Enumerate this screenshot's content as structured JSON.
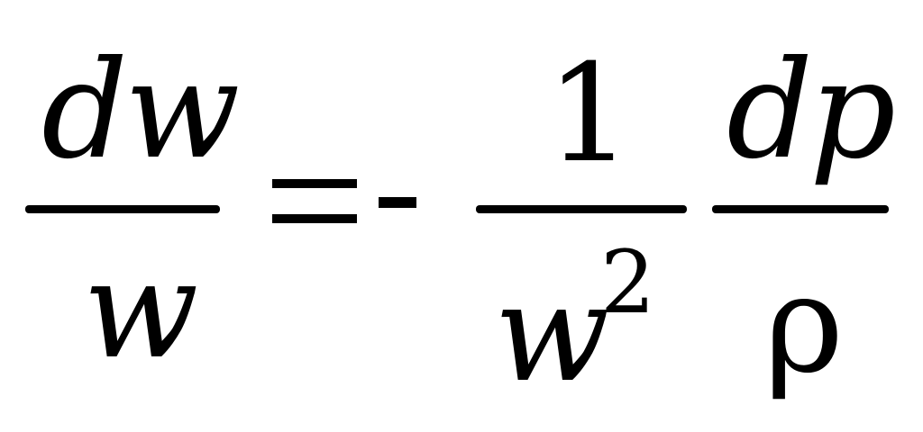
{
  "equation": {
    "lhs": {
      "numerator": "dw",
      "denominator": "w"
    },
    "operator_equals": "=",
    "operator_minus": "-",
    "rhs_first": {
      "numerator": "1",
      "denominator_base": "w",
      "denominator_exponent": "2"
    },
    "rhs_second": {
      "numerator": "dp",
      "denominator": "ρ"
    }
  }
}
